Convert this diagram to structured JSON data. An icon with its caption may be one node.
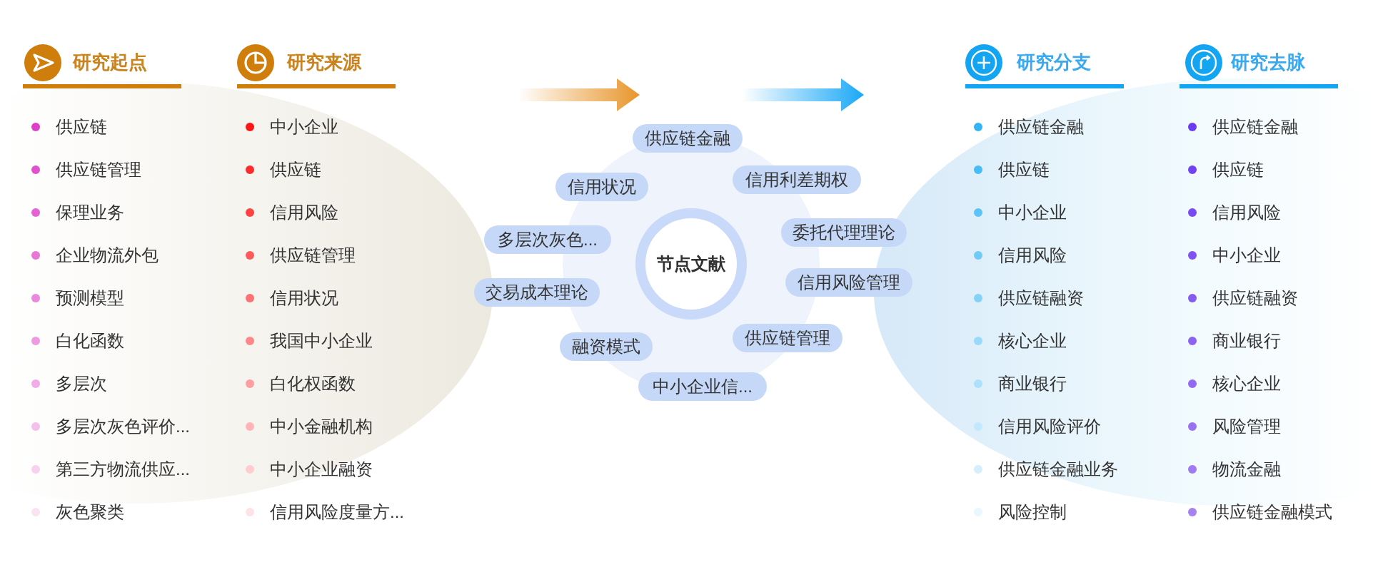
{
  "diagram": {
    "nodes": [
      {
        "text": [
          "节点文献"
        ]
      },
      {
        "text": [
          "供应链金融"
        ]
      },
      {
        "text": [
          "信用状况"
        ]
      },
      {
        "text": [
          "信用利差期权"
        ]
      },
      {
        "text": [
          "多层次灰色..."
        ]
      },
      {
        "text": [
          "委托代理理论"
        ]
      },
      {
        "text": [
          "交易成本理论"
        ]
      },
      {
        "text": [
          "信用风险管理"
        ]
      },
      {
        "text": [
          "融资模式"
        ]
      },
      {
        "text": [
          "供应链管理"
        ]
      },
      {
        "text": [
          "中小企业信..."
        ]
      }
    ],
    "labels": [
      "研究起点",
      "供应链",
      "供应链管理",
      "保理业务",
      "企业物流外包",
      "预测模型",
      "白化函数",
      "多层次",
      "多层次灰色评价...",
      "第三方物流供应...",
      "灰色聚类",
      "研究来源",
      "中小企业",
      "供应链",
      "信用风险",
      "供应链管理",
      "信用状况",
      "我国中小企业",
      "白化权函数",
      "中小金融机构",
      "中小企业融资",
      "信用风险度量方...",
      "研究分支",
      "供应链金融",
      "供应链",
      "中小企业",
      "信用风险",
      "供应链融资",
      "核心企业",
      "商业银行",
      "信用风险评价",
      "供应链金融业务",
      "风险控制",
      "研究去脉",
      "供应链金融",
      "供应链",
      "信用风险",
      "中小企业",
      "供应链融资",
      "商业银行",
      "核心企业",
      "风险管理",
      "物流金融",
      "供应链金融模式"
    ]
  }
}
